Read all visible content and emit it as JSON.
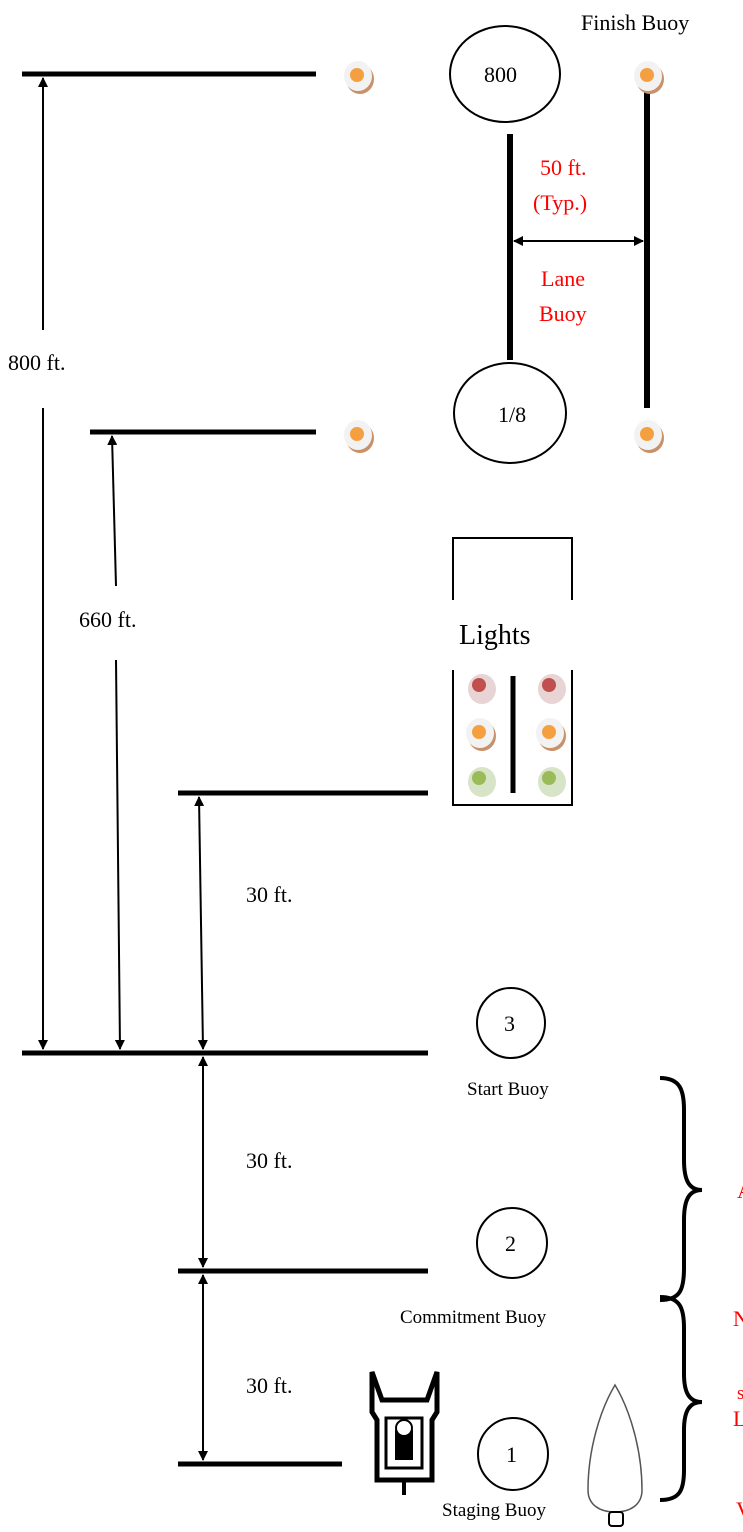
{
  "labels": {
    "finish_buoy": "Finish Buoy",
    "lane_width": "50 ft.",
    "lane_width_note": "(Typ.)",
    "lane_buoy_1": "Lane",
    "lane_buoy_2": "Buoy",
    "dist_800": "800 ft.",
    "dist_660": "660 ft.",
    "dist_30_upper": "30 ft.",
    "dist_30_middle": "30 ft.",
    "dist_30_lower": "30 ft.",
    "lights": "Lights",
    "start_buoy": "Start Buoy",
    "commitment_buoy": "Commitment Buoy",
    "staging_buoy": "Staging Buoy",
    "cut_a": "A",
    "cut_n": "N",
    "cut_s": "s",
    "cut_l": "L",
    "cut_w": "V"
  },
  "markers": {
    "m800": "800",
    "m18": "1/8",
    "m3": "3",
    "m2": "2",
    "m1": "1"
  },
  "colors": {
    "line": "#000000",
    "annotation_red": "#ff0000",
    "buoy_orange": "#f5a040",
    "buoy_red": "#c0504d",
    "buoy_green": "#9bbb59",
    "buoy_shadow": "#c8916a"
  }
}
